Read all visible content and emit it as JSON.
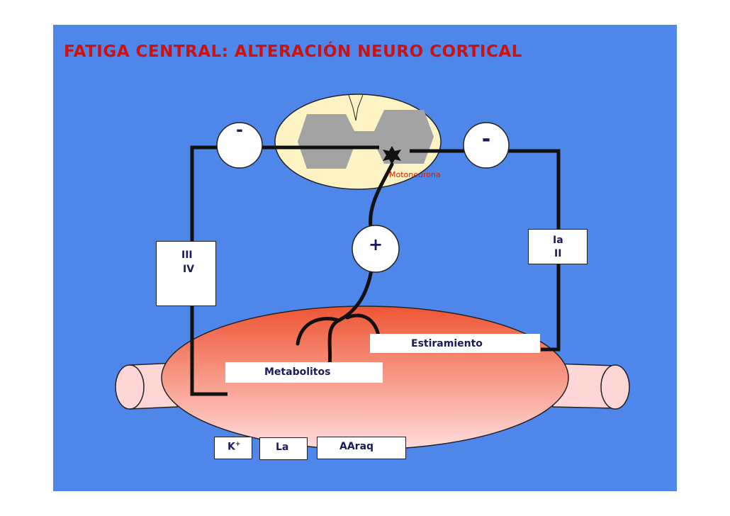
{
  "title": "FATIGA CENTRAL:  ALTERACIÓN NEURO CORTICAL",
  "labels": {
    "motoneurona": "Motoneurona",
    "minus_left": "-",
    "minus_right": "-",
    "plus": "+",
    "fiber_left_1": "III",
    "fiber_left_2": "IV",
    "fiber_right_1": "Ia",
    "fiber_right_2": "II",
    "estiramiento": "Estiramiento",
    "metabolitos": "Metabolitos",
    "k": "K",
    "k_sup": "+",
    "la": "La",
    "aaraq": "AAraq"
  },
  "colors": {
    "background": "#4f86ea",
    "title": "#cc1111",
    "motoneurona_label": "#cc2200",
    "spinal_cord": "#fdf3c4",
    "gray_matter": "#a3a3a3",
    "muscle_top": "#ee5533",
    "muscle_bottom": "#ffdcdc"
  }
}
